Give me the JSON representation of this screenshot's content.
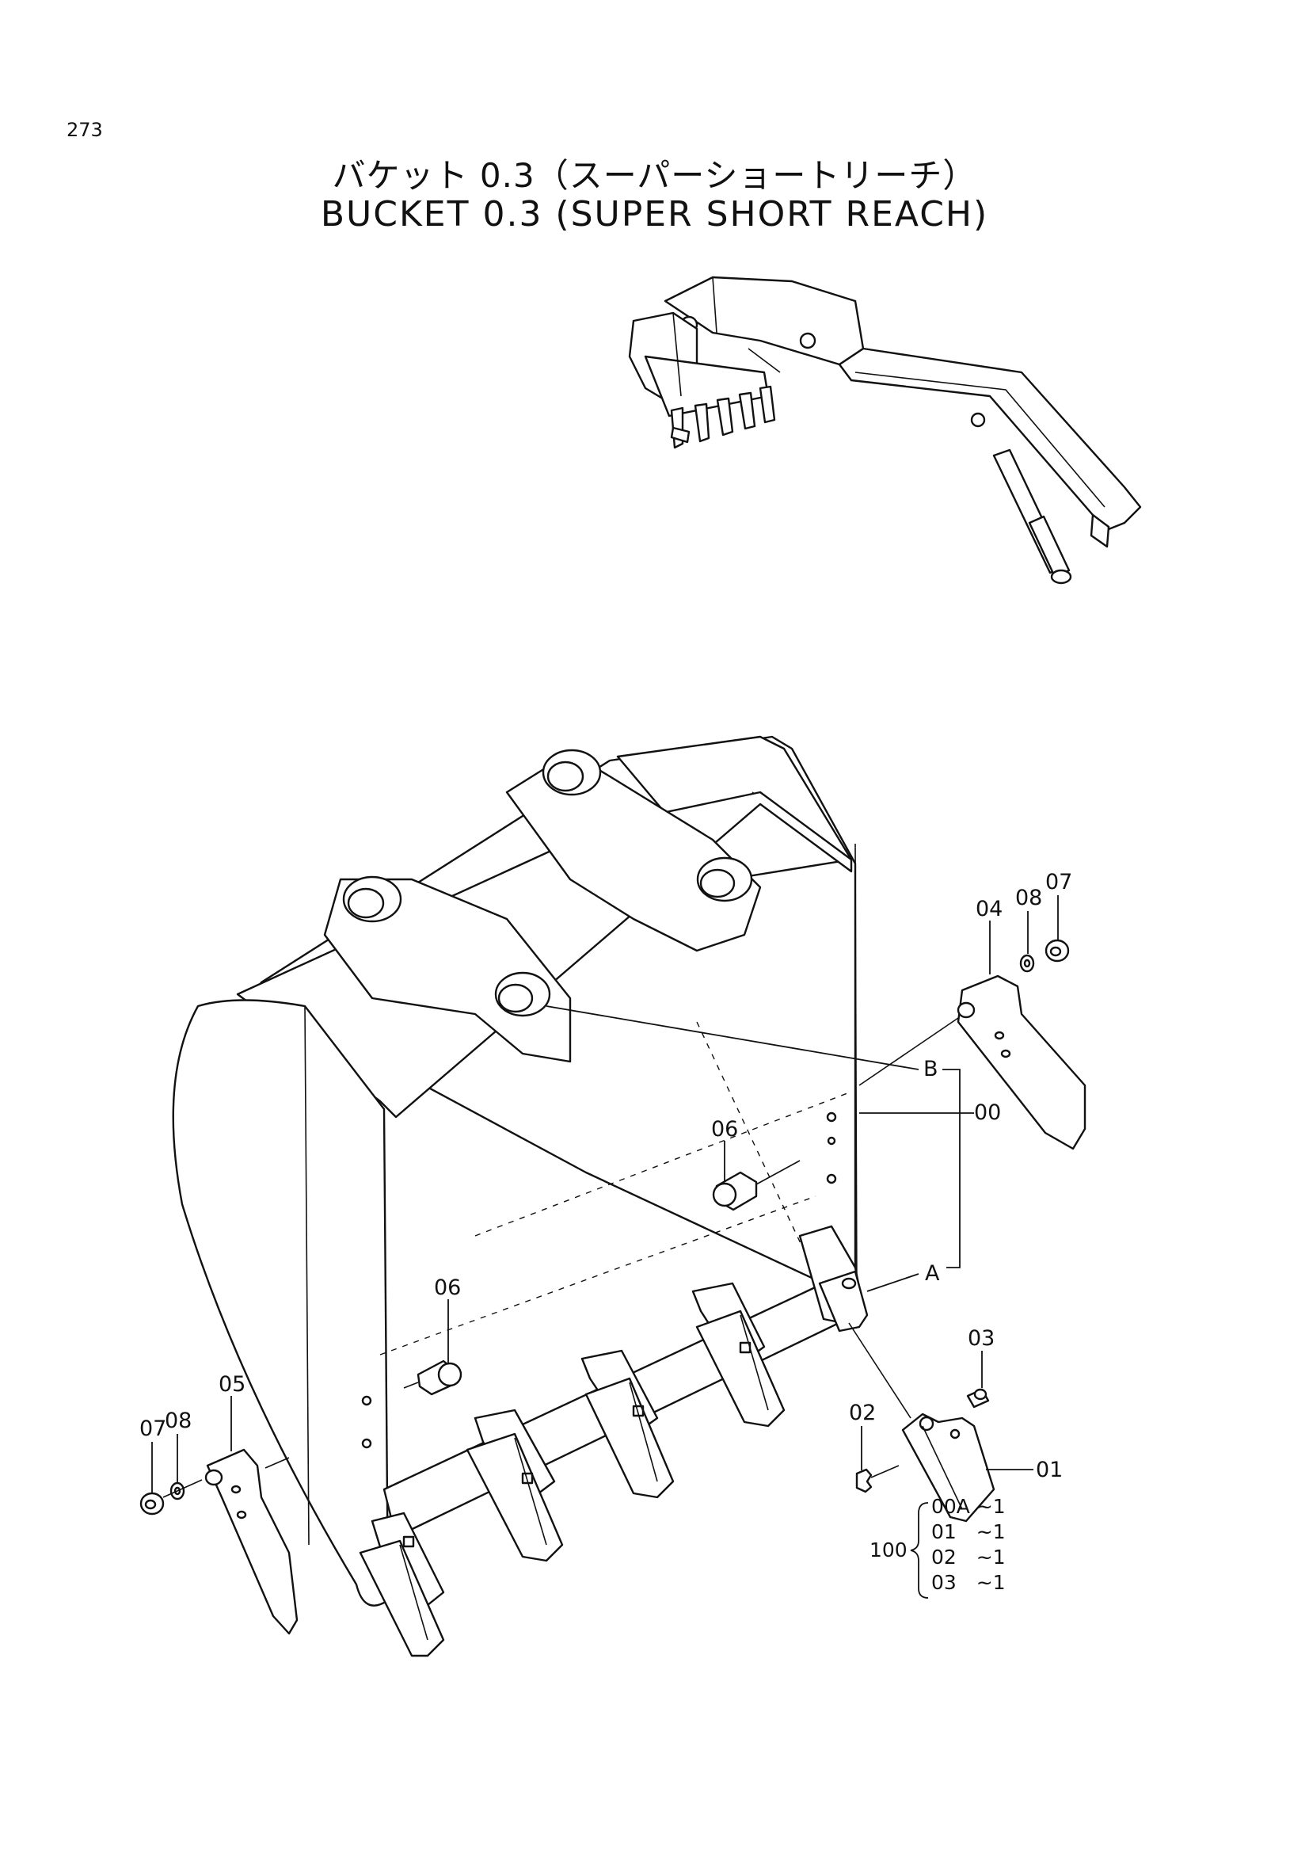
{
  "page_number": "273",
  "title": {
    "japanese": "バケット 0.3（スーパーショートリーチ）",
    "english": "BUCKET 0.3 (SUPER SHORT REACH)"
  },
  "callouts": {
    "c00": "00",
    "c01": "01",
    "c02": "02",
    "c03": "03",
    "c04": "04",
    "c05": "05",
    "c06_upper": "06",
    "c06_lower": "06",
    "c07_right": "07",
    "c08_right": "08",
    "c07_left": "07",
    "c08_left": "08",
    "ref_a": "A",
    "ref_b": "B"
  },
  "kit": {
    "label": "100",
    "items": [
      "00A ~1",
      "01　~1",
      "02　~1",
      "03　~1"
    ]
  }
}
